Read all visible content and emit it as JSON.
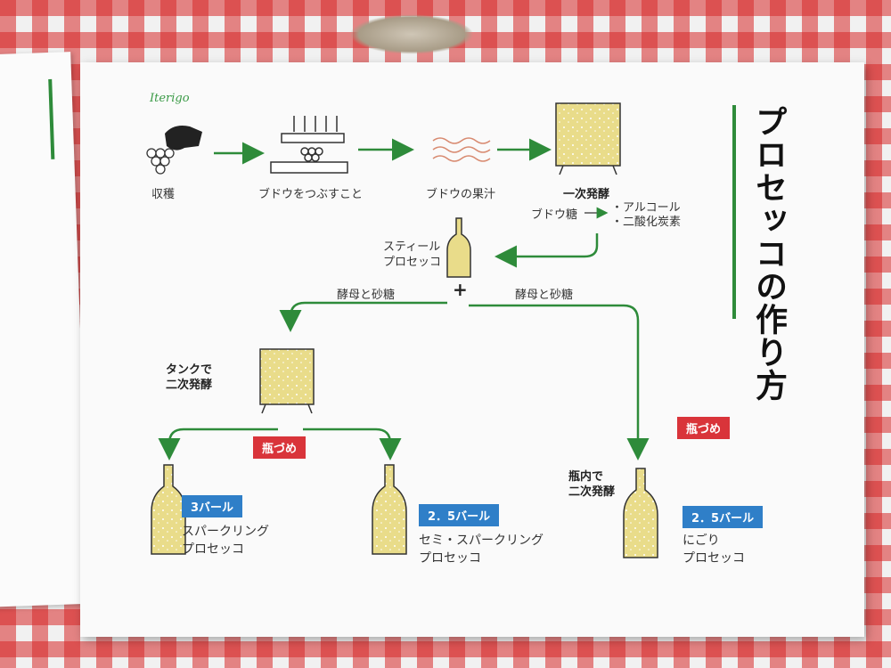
{
  "title": "プロセッコの作り方",
  "logo": "Iterigo",
  "steps": {
    "harvest": "収穫",
    "crush": "ブドウをつぶすこと",
    "juice": "ブドウの果汁",
    "first_ferment": "一次発酵",
    "sugar": "ブドウ糖",
    "alcohol": "・アルコール",
    "co2": "・二酸化炭素"
  },
  "still": {
    "line1": "スティール",
    "line2": "プロセッコ"
  },
  "yeast_left": "酵母と砂糖",
  "yeast_right": "酵母と砂糖",
  "plus": "+",
  "tank": {
    "line1": "タンクで",
    "line2": "二次発酵"
  },
  "bottle_ferment": {
    "line1": "瓶内で",
    "line2": "二次発酵"
  },
  "bottling_left": "瓶づめ",
  "bottling_right": "瓶づめ",
  "products": [
    {
      "bar": "3バール",
      "line1": "スパークリング",
      "line2": "プロセッコ"
    },
    {
      "bar": "2．5バール",
      "line1": "セミ・スパークリング",
      "line2": "プロセッコ"
    },
    {
      "bar": "2．5バール",
      "line1": "にごり",
      "line2": "プロセッコ"
    }
  ],
  "colors": {
    "arrow": "#2e8b3a",
    "tag_red": "#d9343a",
    "tag_blue": "#2f7fc8",
    "wine": "#e9dc8a"
  }
}
